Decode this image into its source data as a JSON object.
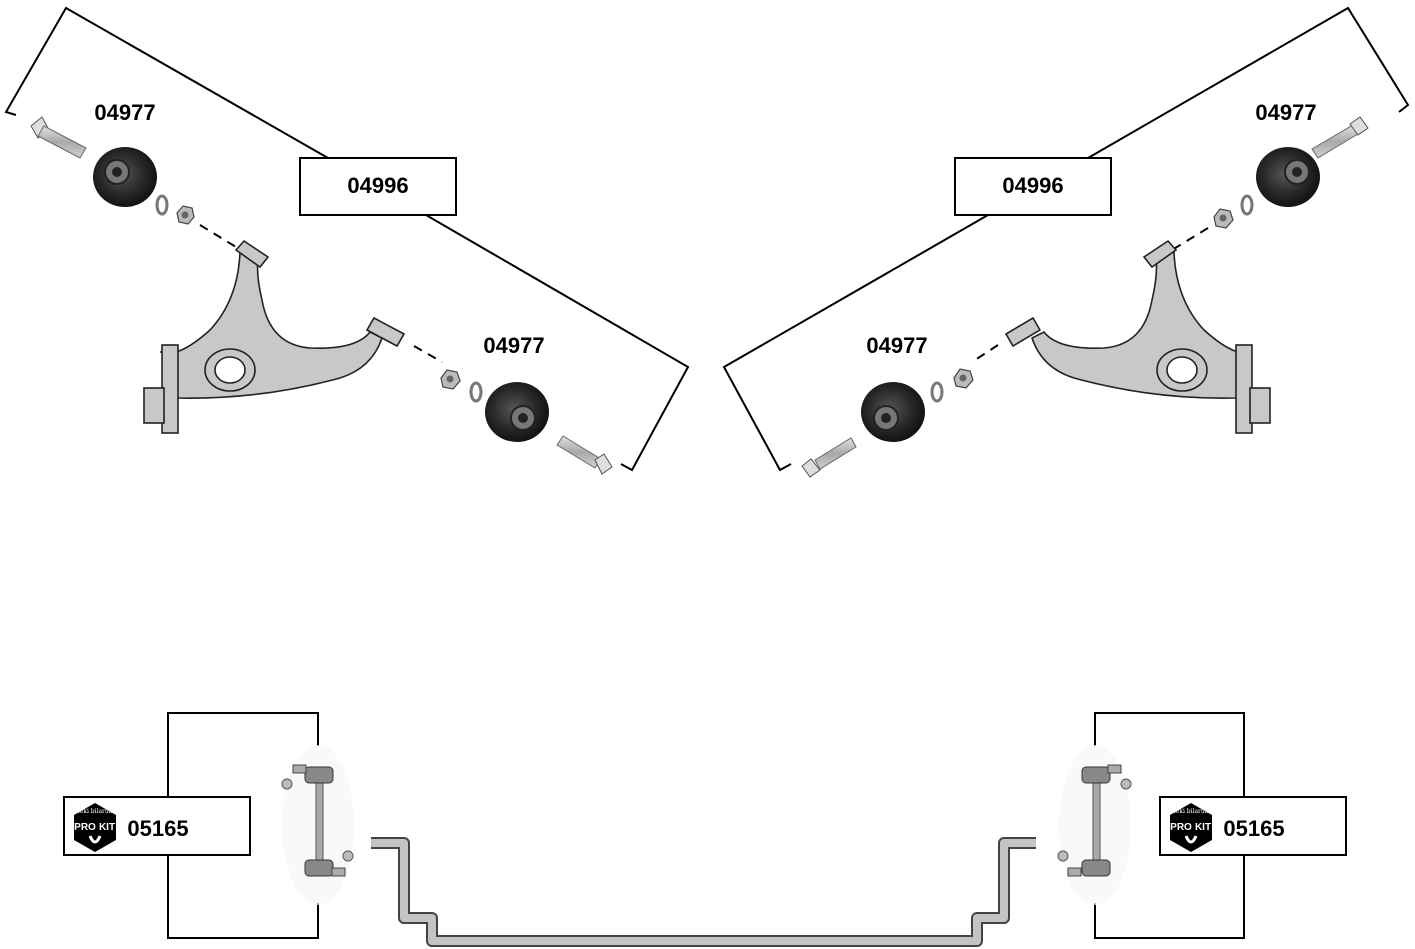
{
  "parts": {
    "control_arm_kit": "04996",
    "bushing": "04977",
    "stabilizer_link": "05165"
  },
  "logo": {
    "brand_pro": "PRO",
    "brand_kit": "KIT",
    "tagline": "teki bilarun"
  },
  "colors": {
    "part_fill": "#c8c8c6",
    "bushing_rubber": "#2a2a2a",
    "outline": "#000000"
  }
}
